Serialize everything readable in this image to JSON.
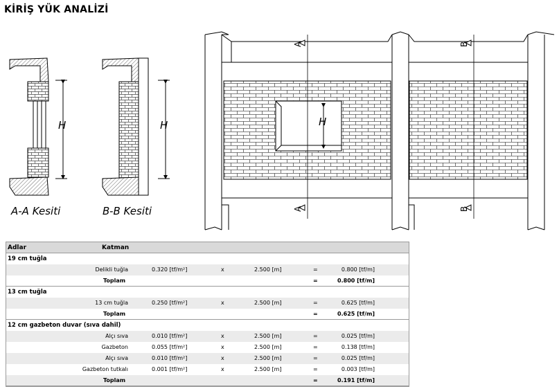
{
  "page": {
    "title": "KİRİŞ YÜK ANALİZİ"
  },
  "drawing": {
    "section_labels": {
      "aa": "A-A Kesiti",
      "bb": "B-B Kesiti"
    },
    "height_label": "H",
    "cut_a": "A",
    "cut_b": "B"
  },
  "table": {
    "headers": {
      "name": "Adlar",
      "layer": "Katman"
    },
    "groups": [
      {
        "name": "19 cm tuğla",
        "rows": [
          {
            "label": "Delikli tuğla",
            "load": "0.320 [tf/m²]",
            "op": "x",
            "height": "2.500 [m]",
            "eq": "=",
            "result": "0.800 [tf/m]"
          }
        ],
        "total_label": "Toplam",
        "total_eq": "=",
        "total": "0.800 [tf/m]"
      },
      {
        "name": "13 cm tuğla",
        "rows": [
          {
            "label": "13 cm tuğla",
            "load": "0.250 [tf/m²]",
            "op": "x",
            "height": "2.500 [m]",
            "eq": "=",
            "result": "0.625 [tf/m]"
          }
        ],
        "total_label": "Toplam",
        "total_eq": "=",
        "total": "0.625 [tf/m]"
      },
      {
        "name": "12 cm gazbeton duvar (sıva dahil)",
        "rows": [
          {
            "label": "Alçı sıva",
            "load": "0.010 [tf/m²]",
            "op": "x",
            "height": "2.500 [m]",
            "eq": "=",
            "result": "0.025 [tf/m]"
          },
          {
            "label": "Gazbeton",
            "load": "0.055 [tf/m²]",
            "op": "x",
            "height": "2.500 [m]",
            "eq": "=",
            "result": "0.138 [tf/m]"
          },
          {
            "label": "Alçı sıva",
            "load": "0.010 [tf/m²]",
            "op": "x",
            "height": "2.500 [m]",
            "eq": "=",
            "result": "0.025 [tf/m]"
          },
          {
            "label": "Gazbeton tutkalı",
            "load": "0.001 [tf/m²]",
            "op": "x",
            "height": "2.500 [m]",
            "eq": "=",
            "result": "0.003 [tf/m]"
          }
        ],
        "total_label": "Toplam",
        "total_eq": "=",
        "total": "0.191 [tf/m]"
      }
    ]
  }
}
